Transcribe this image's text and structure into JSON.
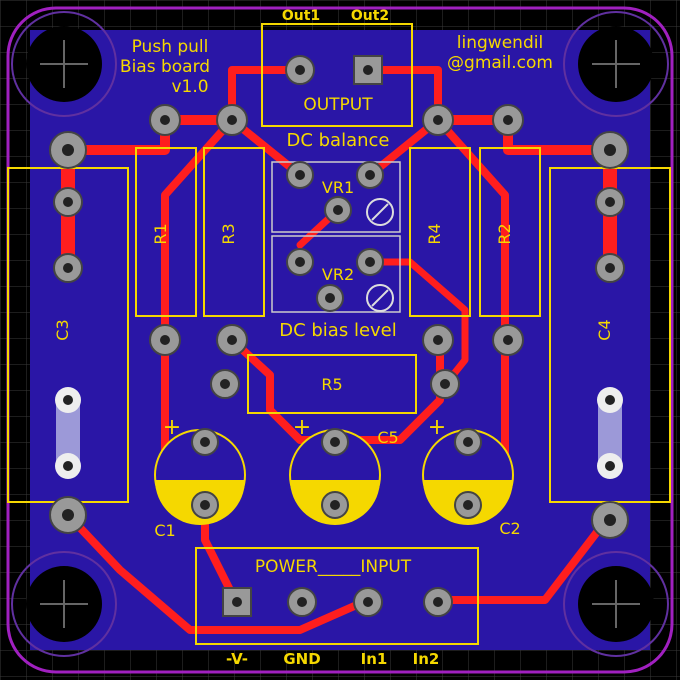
{
  "board": {
    "title_line1": "Push pull",
    "title_line2": "Bias board",
    "title_line3": "v1.0",
    "author_line1": "lingwendil",
    "author_line2": "@gmail.com",
    "colors": {
      "background": "#000000",
      "board": "#2a16a6",
      "trace": "#ff1e1e",
      "silkscreen": "#f5d800",
      "pad": "#9a9a9a",
      "outline": "#a020c0"
    }
  },
  "connectors": {
    "output": {
      "title": "OUTPUT",
      "pin1": "Out1",
      "pin2": "Out2"
    },
    "power": {
      "title": "POWER_____INPUT",
      "pin1": "-V-",
      "pin2": "GND",
      "pin3": "In1",
      "pin4": "In2"
    }
  },
  "sections": {
    "dc_balance": "DC balance",
    "dc_bias": "DC bias level"
  },
  "components": {
    "r1": "R1",
    "r2": "R2",
    "r3": "R3",
    "r4": "R4",
    "r5": "R5",
    "vr1": "VR1",
    "vr2": "VR2",
    "c1": "C1",
    "c2": "C2",
    "c3": "C3",
    "c4": "C4",
    "c5": "C5",
    "plus": "+"
  }
}
